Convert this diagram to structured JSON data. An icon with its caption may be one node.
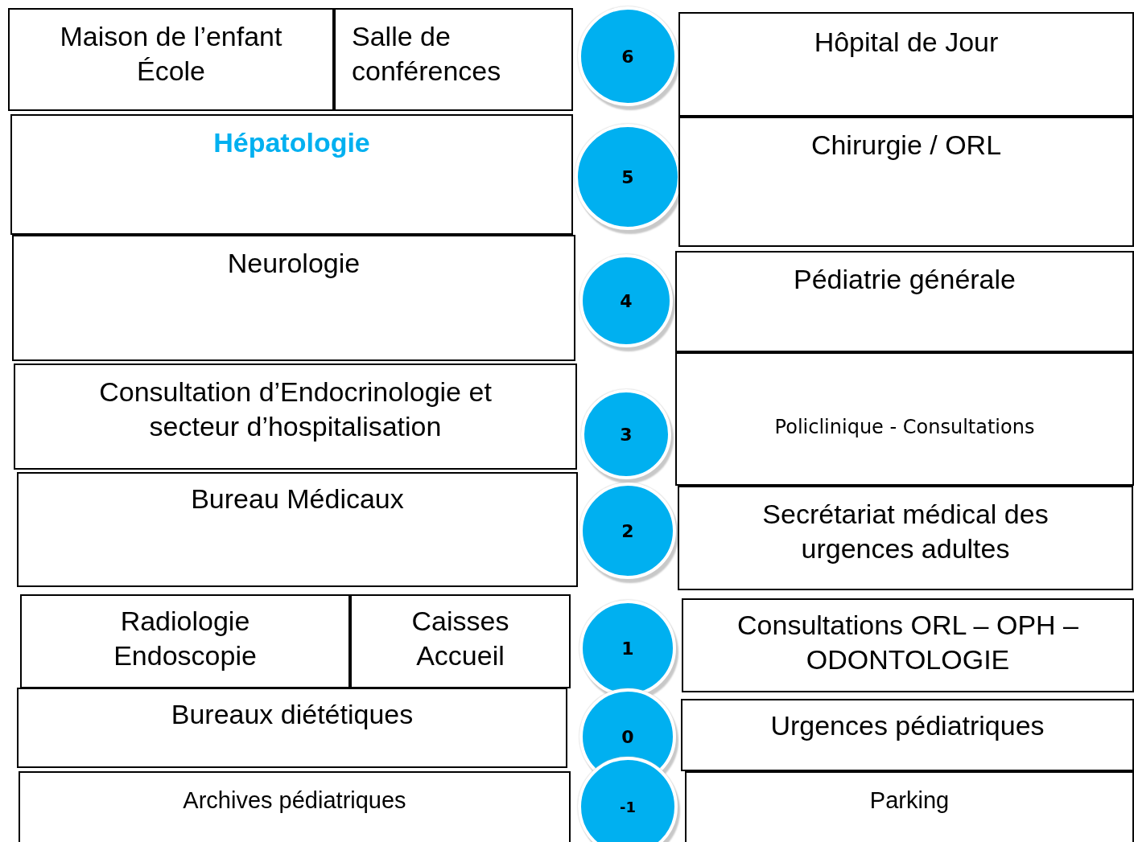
{
  "diagram": {
    "nodes": [
      {
        "text": [
          "Maison de l’enfant École"
        ]
      },
      {
        "text": [
          "Salle de conférences"
        ]
      },
      {
        "text": [
          "6"
        ]
      },
      {
        "text": [
          "Hôpital de Jour"
        ]
      },
      {
        "text": [
          "Hépatologie"
        ]
      },
      {
        "text": [
          "5"
        ]
      },
      {
        "text": [
          "Chirurgie / ORL"
        ]
      },
      {
        "text": [
          "Neurologie"
        ]
      },
      {
        "text": [
          "4"
        ]
      },
      {
        "text": [
          "Pédiatrie générale"
        ]
      },
      {
        "text": [
          "Consultation d’Endocrinologie et secteur d’hospitalisation"
        ]
      },
      {
        "text": [
          "3"
        ]
      },
      {
        "text": [
          "Policlinique - Consultations"
        ]
      },
      {
        "text": [
          "Bureau Médicaux"
        ]
      },
      {
        "text": [
          "2"
        ]
      },
      {
        "text": [
          "Secrétariat médical des urgences adultes"
        ]
      },
      {
        "text": [
          "Radiologie Endoscopie"
        ]
      },
      {
        "text": [
          "Caisses Accueil"
        ]
      },
      {
        "text": [
          "1"
        ]
      },
      {
        "text": [
          "Consultations ORL – OPH – ODONTOLOGIE"
        ]
      },
      {
        "text": [
          "Bureaux diététiques"
        ]
      },
      {
        "text": [
          "0"
        ]
      },
      {
        "text": [
          "Urgences pédiatriques"
        ]
      },
      {
        "text": [
          "Archives pédiatriques"
        ]
      },
      {
        "text": [
          "-1"
        ]
      },
      {
        "text": [
          "Parking"
        ]
      }
    ]
  }
}
